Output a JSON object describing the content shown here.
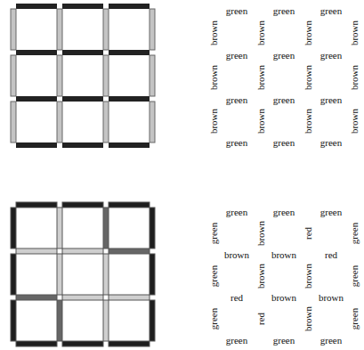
{
  "diagram": {
    "labels": [
      "green",
      "green",
      "green",
      "brown",
      "brown",
      "brown",
      "brown",
      "green",
      "green",
      "green",
      "brown",
      "brown",
      "brown",
      "brown",
      "green",
      "green",
      "green",
      "brown",
      "brown",
      "brown",
      "brown",
      "green",
      "green",
      "green",
      "green",
      "green",
      "green",
      "green",
      "brown",
      "red",
      "green",
      "brown",
      "brown",
      "red",
      "green",
      "brown",
      "brown",
      "green",
      "red",
      "brown",
      "brown",
      "green",
      "red",
      "brown",
      "green",
      "green",
      "green",
      "green"
    ]
  }
}
